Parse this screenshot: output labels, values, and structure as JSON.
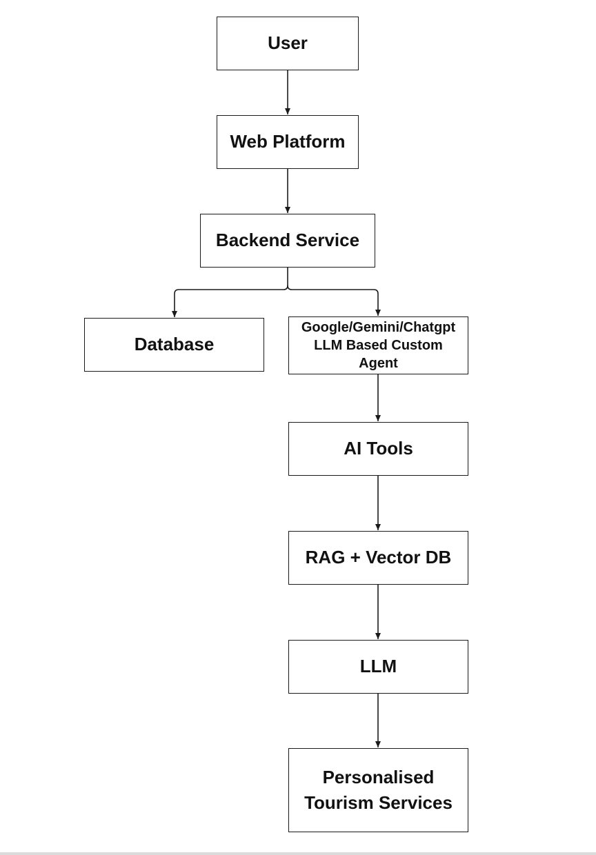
{
  "diagram": {
    "nodes": {
      "user": "User",
      "web_platform": "Web Platform",
      "backend_service": "Backend Service",
      "database": "Database",
      "agent": [
        "Google/Gemini/Chatgpt",
        "LLM Based Custom",
        "Agent"
      ],
      "ai_tools": "AI Tools",
      "rag_vector_db": "RAG + Vector DB",
      "llm": "LLM",
      "services": [
        "Personalised",
        "Tourism Services"
      ]
    },
    "edges": [
      {
        "from": "user",
        "to": "web_platform"
      },
      {
        "from": "web_platform",
        "to": "backend_service"
      },
      {
        "from": "backend_service",
        "to": "database"
      },
      {
        "from": "backend_service",
        "to": "agent"
      },
      {
        "from": "agent",
        "to": "ai_tools"
      },
      {
        "from": "ai_tools",
        "to": "rag_vector_db"
      },
      {
        "from": "rag_vector_db",
        "to": "llm"
      },
      {
        "from": "llm",
        "to": "services"
      }
    ],
    "colors": {
      "line": "#1a1a1a",
      "background": "#ffffff"
    }
  }
}
